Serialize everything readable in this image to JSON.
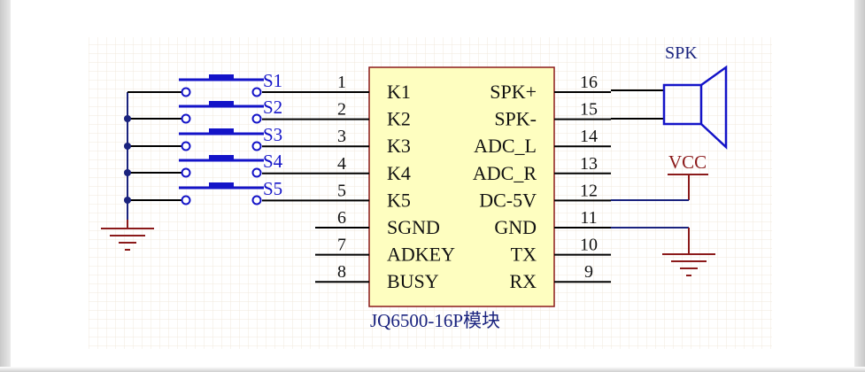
{
  "module": {
    "caption": "JQ6500-16P模块",
    "pins_left": [
      {
        "num": "1",
        "name": "K1"
      },
      {
        "num": "2",
        "name": "K2"
      },
      {
        "num": "3",
        "name": "K3"
      },
      {
        "num": "4",
        "name": "K4"
      },
      {
        "num": "5",
        "name": "K5"
      },
      {
        "num": "6",
        "name": "SGND"
      },
      {
        "num": "7",
        "name": "ADKEY"
      },
      {
        "num": "8",
        "name": "BUSY"
      }
    ],
    "pins_right": [
      {
        "num": "16",
        "name": "SPK+"
      },
      {
        "num": "15",
        "name": "SPK-"
      },
      {
        "num": "14",
        "name": "ADC_L"
      },
      {
        "num": "13",
        "name": "ADC_R"
      },
      {
        "num": "12",
        "name": "DC-5V"
      },
      {
        "num": "11",
        "name": "GND"
      },
      {
        "num": "10",
        "name": "TX"
      },
      {
        "num": "9",
        "name": "RX"
      }
    ]
  },
  "switches": [
    "S1",
    "S2",
    "S3",
    "S4",
    "S5"
  ],
  "speaker_label": "SPK",
  "vcc_label": "VCC",
  "colors": {
    "wire": "#000000",
    "switch": "#1414c8",
    "power": "#8b1a1a",
    "chip_fill": "#fefec0",
    "chip_border": "#8b1a1a",
    "label_blue": "#1a237e",
    "grid": "#f0e8dc"
  }
}
